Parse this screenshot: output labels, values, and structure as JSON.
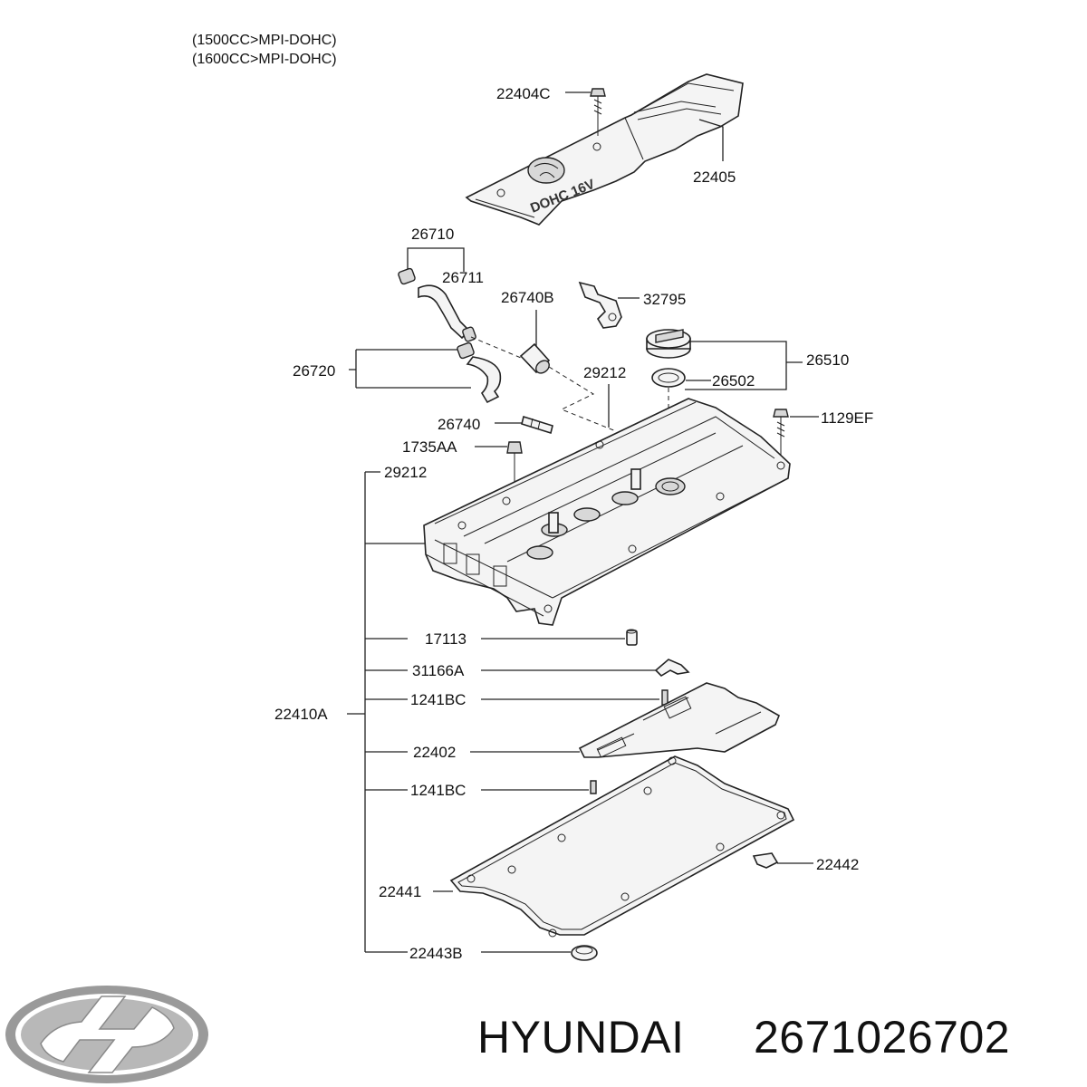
{
  "header": {
    "line1": "(1500CC>MPI-DOHC)",
    "line2": "(1600CC>MPI-DOHC)"
  },
  "cover_text": "DOHC 16V",
  "parts": {
    "p22404C": "22404C",
    "p22405": "22405",
    "p26710": "26710",
    "p26711": "26711",
    "p26740B": "26740B",
    "p32795": "32795",
    "p26720": "26720",
    "p29212a": "29212",
    "p26510": "26510",
    "p26502": "26502",
    "p26740": "26740",
    "p1129EF": "1129EF",
    "p1735AA": "1735AA",
    "p29212b": "29212",
    "p17113": "17113",
    "p31166A": "31166A",
    "p1241BCa": "1241BC",
    "p22410A": "22410A",
    "p22402": "22402",
    "p1241BCb": "1241BC",
    "p22442": "22442",
    "p22441": "22441",
    "p22443B": "22443B"
  },
  "footer": {
    "brand": "HYUNDAI",
    "part_number": "2671026702"
  },
  "colors": {
    "ink": "#111111",
    "part_fill": "#f4f4f4",
    "logo": "#9a9a9a"
  },
  "icons": {
    "logo": "hyundai-logo-icon"
  }
}
